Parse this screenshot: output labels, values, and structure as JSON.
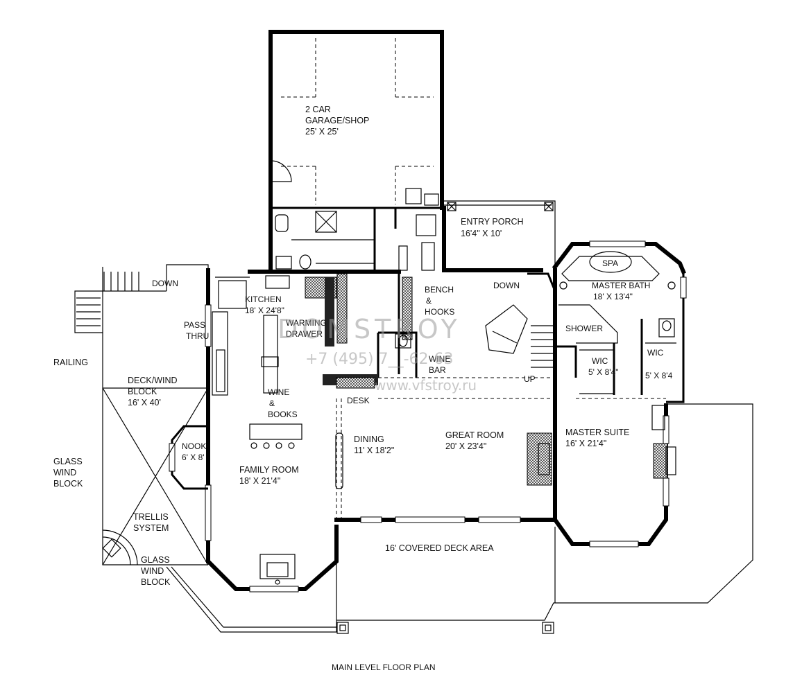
{
  "plan_title": "MAIN LEVEL FLOOR PLAN",
  "rooms": {
    "garage": {
      "name": "2 CAR",
      "name2": "GARAGE/SHOP",
      "dims": "25' X 25'"
    },
    "entry_porch": {
      "name": "ENTRY PORCH",
      "dims": "16'4\" X 10'"
    },
    "kitchen": {
      "name": "KITCHEN",
      "dims": "18' X 24'8\""
    },
    "master_bath": {
      "name": "MASTER BATH",
      "dims": "18' X 13'4\""
    },
    "spa": {
      "name": "SPA"
    },
    "shower": {
      "name": "SHOWER"
    },
    "wic_left": {
      "name": "WIC",
      "dims": "5' X 8'4\""
    },
    "wic_right": {
      "name": "WIC",
      "dims": "5' X 8'4"
    },
    "deck_wind_block": {
      "name": "DECK/WIND",
      "name2": "BLOCK",
      "dims": "16' X 40'"
    },
    "nook": {
      "name": "NOOK",
      "dims": "6' X 8'"
    },
    "family_room": {
      "name": "FAMILY ROOM",
      "dims": "18' X 21'4\""
    },
    "dining": {
      "name": "DINING",
      "dims": "11' X 18'2\""
    },
    "great_room": {
      "name": "GREAT ROOM",
      "dims": "20' X 23'4\""
    },
    "master_suite": {
      "name": "MASTER SUITE",
      "dims": "16' X 21'4\""
    },
    "covered_deck": {
      "name": "16' COVERED DECK AREA"
    }
  },
  "labels": {
    "down_top_left": "DOWN",
    "down_stair": "DOWN",
    "up_stair": "UP",
    "railing": "RAILING",
    "pass": "PASS",
    "thru": "THRU",
    "warming": "WARMING",
    "drawer": "DRAWER",
    "bench": "BENCH",
    "amp1": "&",
    "hooks": "HOOKS",
    "wine_bar_1": "WINE",
    "wine_bar_2": "BAR",
    "wine_books_1": "WINE",
    "amp2": "&",
    "wine_books_2": "BOOKS",
    "desk": "DESK",
    "glass_wind_block_1": "GLASS",
    "glass_wind_block_2": "WIND",
    "glass_wind_block_3": "BLOCK",
    "trellis_1": "TRELLIS",
    "trellis_2": "SYSTEM",
    "glass_wind_block_b1": "GLASS",
    "glass_wind_block_b2": "WIND",
    "glass_wind_block_b3": "BLOCK"
  },
  "watermark": {
    "logo_text": "DOMSTROY",
    "phone": "+7 (495) 7__-62-63",
    "site": "www.vfstroy.ru"
  }
}
